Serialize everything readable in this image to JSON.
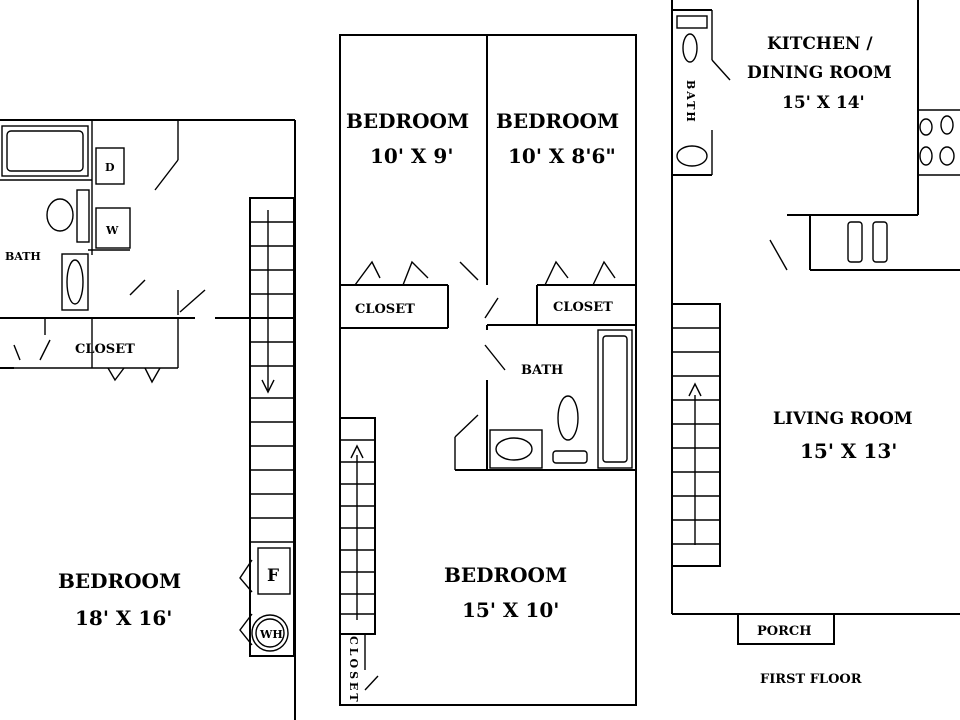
{
  "basement": {
    "bedroom_label": "BEDROOM",
    "bedroom_size": "18' X 16'",
    "bath_label": "BATH",
    "closet_label": "CLOSET",
    "dryer_label": "D",
    "washer_label": "W",
    "furnace_label": "F",
    "water_heater_label": "WH"
  },
  "second_floor": {
    "bedroom1_label": "BEDROOM",
    "bedroom1_size": "10' X 9'",
    "bedroom2_label": "BEDROOM",
    "bedroom2_size": "10' X 8'6\"",
    "closet1_label": "CLOSET",
    "closet2_label": "CLOSET",
    "bath_label": "BATH",
    "master_label": "BEDROOM",
    "master_size": "15' X 10'",
    "stair_closet_label": "CLOSET"
  },
  "first_floor": {
    "kitchen_label_1": "KITCHEN /",
    "kitchen_label_2": "DINING ROOM",
    "kitchen_size": "15' X 14'",
    "bath_label": "BATH",
    "living_label": "LIVING ROOM",
    "living_size": "15' X 13'",
    "porch_label": "PORCH",
    "floor_label": "FIRST FLOOR"
  }
}
